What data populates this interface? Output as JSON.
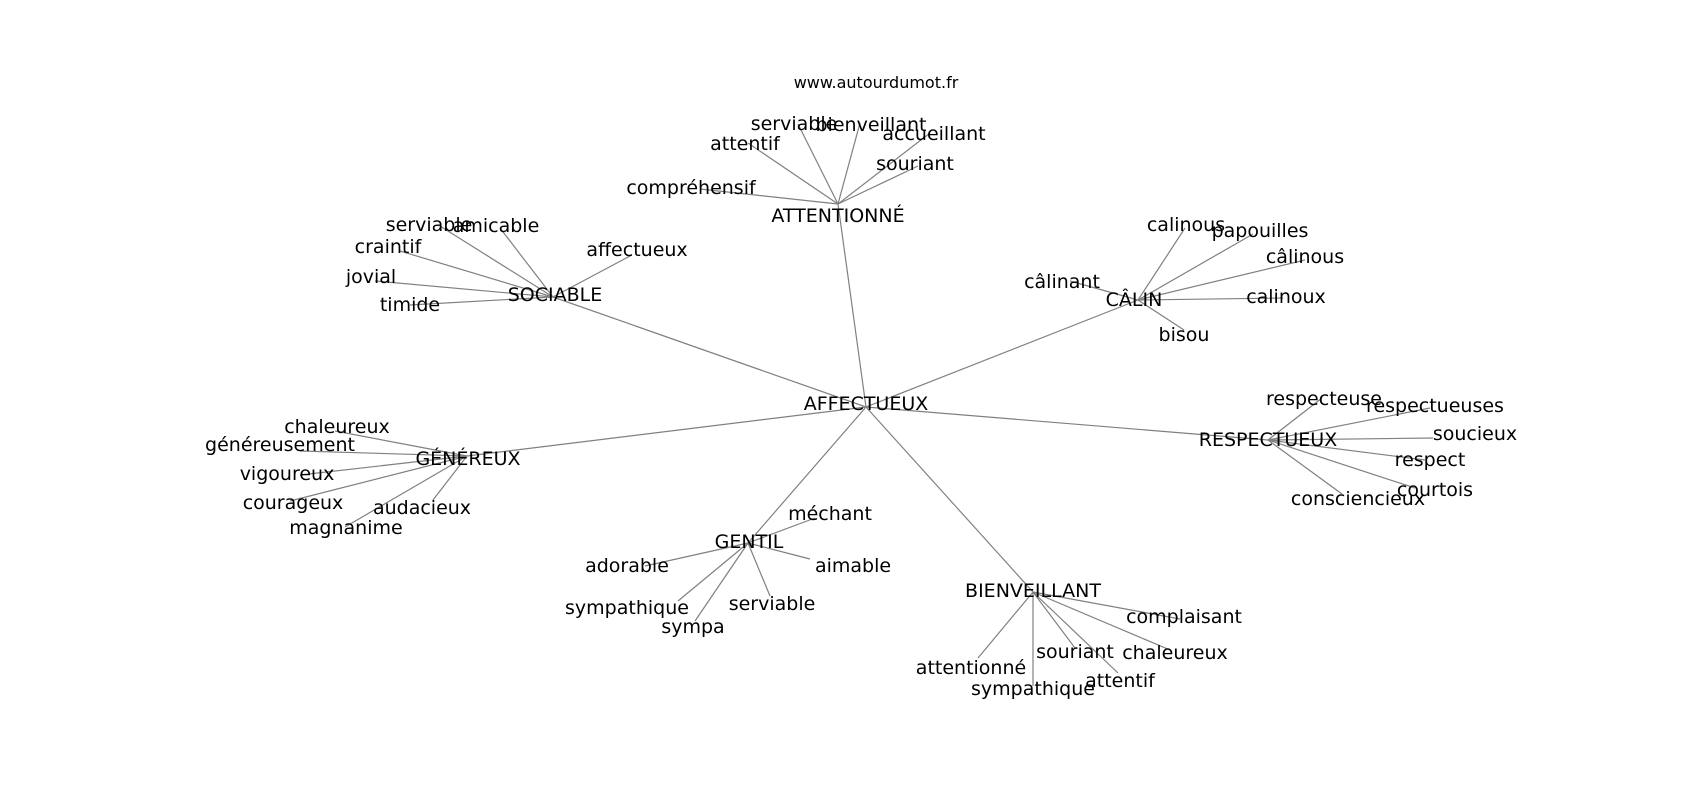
{
  "site_label": "www.autourdumot.fr",
  "root": {
    "label": "AFFECTUEUX",
    "hubs": [
      {
        "label": "ATTENTIONNÉ",
        "words": [
          "serviable",
          "bienveillant",
          "attentif",
          "accueillant",
          "souriant",
          "compréhensif"
        ]
      },
      {
        "label": "SOCIABLE",
        "words": [
          "serviable",
          "amicable",
          "craintif",
          "affectueux",
          "jovial",
          "timide"
        ]
      },
      {
        "label": "CÂLIN",
        "words": [
          "calinous",
          "papouilles",
          "câlinous",
          "câlinant",
          "calinoux",
          "bisou"
        ]
      },
      {
        "label": "GÉNÉREUX",
        "words": [
          "chaleureux",
          "généreusement",
          "vigoureux",
          "courageux",
          "audacieux",
          "magnanime"
        ]
      },
      {
        "label": "RESPECTUEUX",
        "words": [
          "respecteuse",
          "respectueuses",
          "soucieux",
          "respect",
          "courtois",
          "consciencieux"
        ]
      },
      {
        "label": "GENTIL",
        "words": [
          "méchant",
          "adorable",
          "aimable",
          "sympathique",
          "serviable",
          "sympa"
        ]
      },
      {
        "label": "BIENVEILLANT",
        "words": [
          "complaisant",
          "attentionné",
          "souriant",
          "chaleureux",
          "sympathique",
          "attentif"
        ]
      }
    ]
  }
}
